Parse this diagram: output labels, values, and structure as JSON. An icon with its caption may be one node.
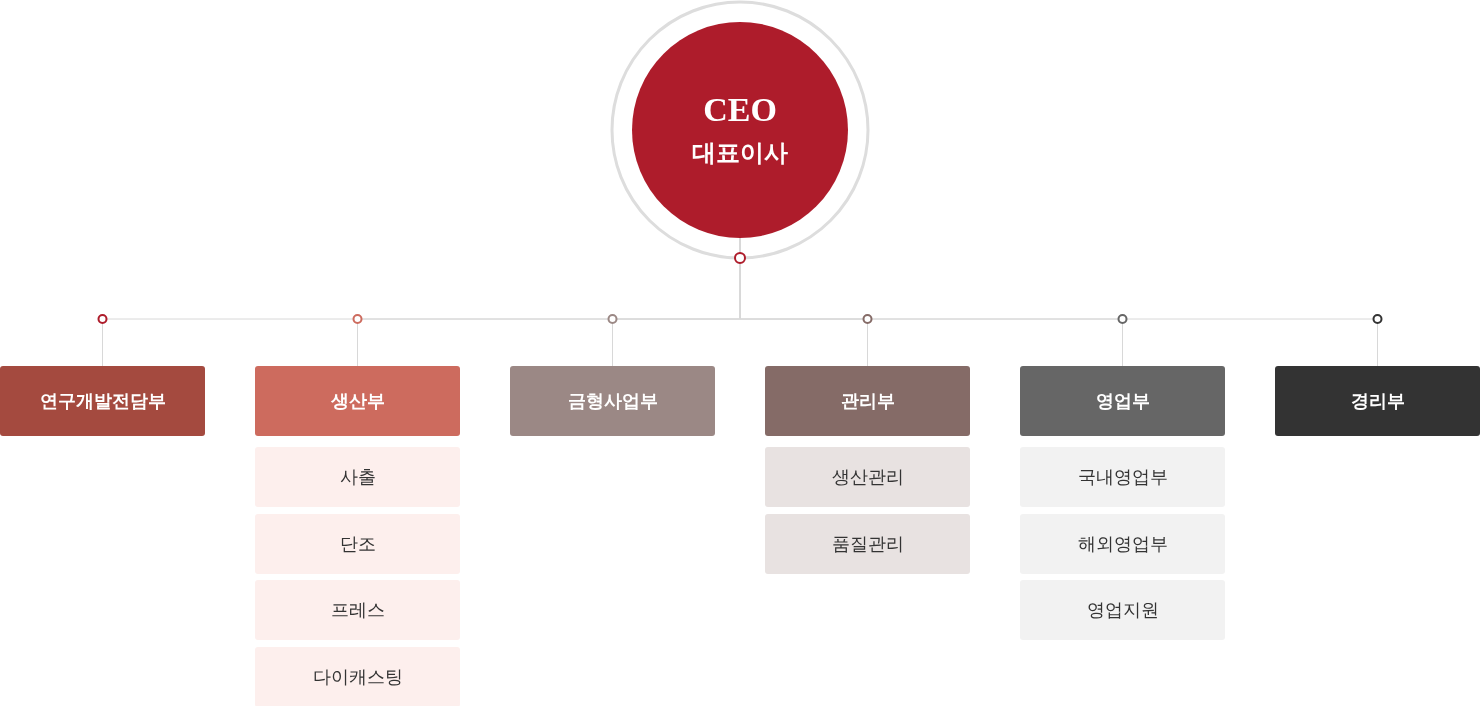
{
  "diagram": {
    "nodes": [
      {
        "text": [
          "CEO",
          "대표이사"
        ]
      },
      {
        "text": [
          "연구개발전담부"
        ]
      },
      {
        "text": [
          "생산부"
        ]
      },
      {
        "text": [
          "금형사업부"
        ]
      },
      {
        "text": [
          "관리부"
        ]
      },
      {
        "text": [
          "영업부"
        ]
      },
      {
        "text": [
          "경리부"
        ]
      },
      {
        "text": [
          "사출"
        ]
      },
      {
        "text": [
          "단조"
        ]
      },
      {
        "text": [
          "프레스"
        ]
      },
      {
        "text": [
          "다이캐스팅"
        ]
      },
      {
        "text": [
          "생산관리"
        ]
      },
      {
        "text": [
          "품질관리"
        ]
      },
      {
        "text": [
          "국내영업부"
        ]
      },
      {
        "text": [
          "해외영업부"
        ]
      },
      {
        "text": [
          "영업지원"
        ]
      }
    ],
    "edges": [
      {
        "from": 0,
        "to": 1,
        "arrow": "none"
      },
      {
        "from": 0,
        "to": 2,
        "arrow": "none"
      },
      {
        "from": 0,
        "to": 3,
        "arrow": "none"
      },
      {
        "from": 0,
        "to": 4,
        "arrow": "none"
      },
      {
        "from": 0,
        "to": 5,
        "arrow": "none"
      },
      {
        "from": 0,
        "to": 6,
        "arrow": "none"
      }
    ]
  }
}
